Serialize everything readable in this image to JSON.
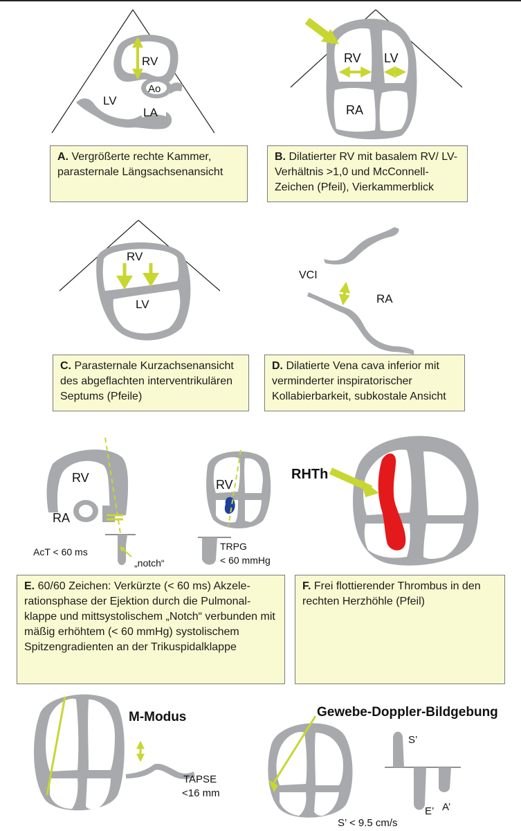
{
  "panels": {
    "A": {
      "labels": {
        "rv": "RV",
        "ao": "Ao",
        "lv": "LV",
        "la": "LA"
      },
      "caption": {
        "letter": "A.",
        "text": "Vergrößerte rechte Kammer, parasternale Längsachsenansicht"
      }
    },
    "B": {
      "labels": {
        "rv": "RV",
        "lv": "LV",
        "ra": "RA"
      },
      "caption": {
        "letter": "B.",
        "text": "Dilatierter RV mit basalem RV/ LV-Verhältnis >1,0 und McConnell-Zeichen (Pfeil), Vierkammerblick"
      }
    },
    "C": {
      "labels": {
        "rv": "RV",
        "lv": "LV"
      },
      "caption": {
        "letter": "C.",
        "text": "Parasternale Kurzachsenansicht des abgeflachten interventrikulären Septums (Pfeile)"
      }
    },
    "D": {
      "labels": {
        "vci": "VCI",
        "ra": "RA"
      },
      "caption": {
        "letter": "D.",
        "text": "Dilatierte Vena cava inferior mit verminderter inspiratorischer Kollabierbarkeit, subkostale Ansicht"
      }
    },
    "E": {
      "labels": {
        "rv1": "RV",
        "ra": "RA",
        "act": "AcT < 60 ms",
        "notch": "„notch“",
        "rv2": "RV",
        "trpg": "TRPG",
        "trpg_value": "< 60 mmHg"
      },
      "caption": {
        "letter": "E.",
        "text": "60/60 Zeichen: Verkürzte (< 60 ms) Akzele-rationsphase der Ejektion durch die Pulmonal-klappe und mittsystolischem „Notch“ verbunden mit mäßig erhöhtem (< 60 mmHg) systolischem Spitzengradienten an der Trikuspidalklappe"
      }
    },
    "F": {
      "labels": {
        "rhth": "RHTh"
      },
      "caption": {
        "letter": "F.",
        "text": "Frei flottierender Thrombus in den rechten Herzhöhle (Pfeil)"
      }
    },
    "bottom": {
      "mmode_title": "M-Modus",
      "tapse": "TAPSE",
      "tapse_value": "<16 mm",
      "tdi_title": "Gewebe-Doppler-Bildgebung",
      "s_prime": "S’",
      "e_prime": "E’",
      "a_prime": "A’",
      "s_value": "S’ < 9.5 cm/s"
    }
  },
  "colors": {
    "tissue": "#a7a9ac",
    "arrow": "#c8d632",
    "caption_bg": "#fafad2",
    "thrombus": "#e3191c",
    "jet": "#1d3f9e"
  }
}
